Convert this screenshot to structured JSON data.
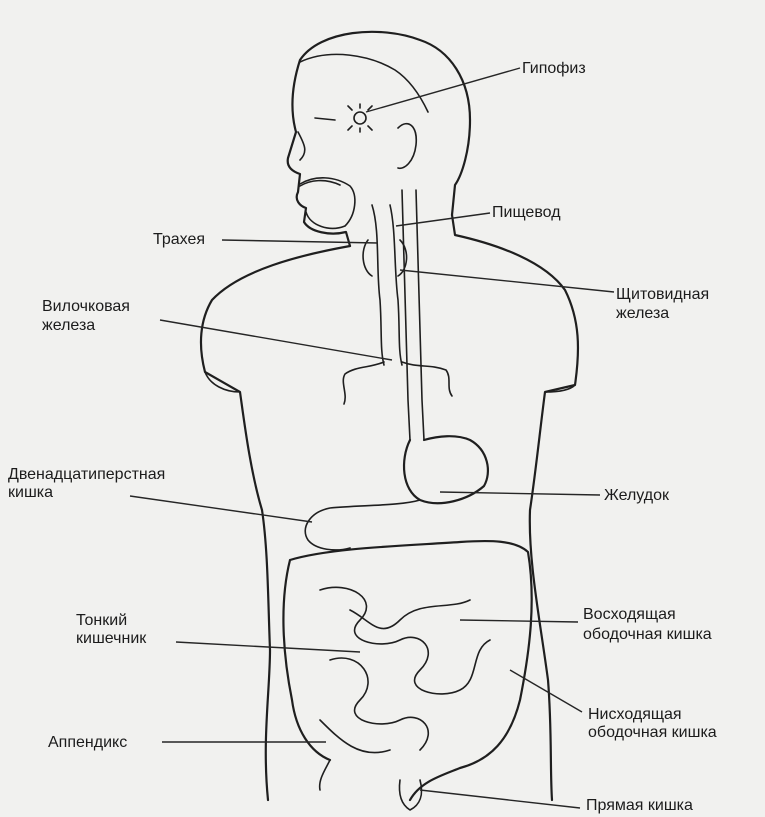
{
  "labels": {
    "pituitary": "Гипофиз",
    "esophagus": "Пищевод",
    "trachea": "Трахея",
    "thyroid": [
      "Щитовидная",
      "железа"
    ],
    "thymus": [
      "Вилочковая",
      "железа"
    ],
    "duodenum": [
      "Двенадцатиперстная",
      "кишка"
    ],
    "stomach": "Желудок",
    "small_intestine": [
      "Тонкий",
      "кишечник"
    ],
    "ascending_colon": [
      "Восходящая",
      "ободочная кишка"
    ],
    "descending_colon": [
      "Нисходящая",
      "ободочная кишка"
    ],
    "appendix": "Аппендикс",
    "rectum": "Прямая кишка"
  },
  "colors": {
    "ink": "#1f1f1f",
    "paper": "#f1f1ef"
  }
}
